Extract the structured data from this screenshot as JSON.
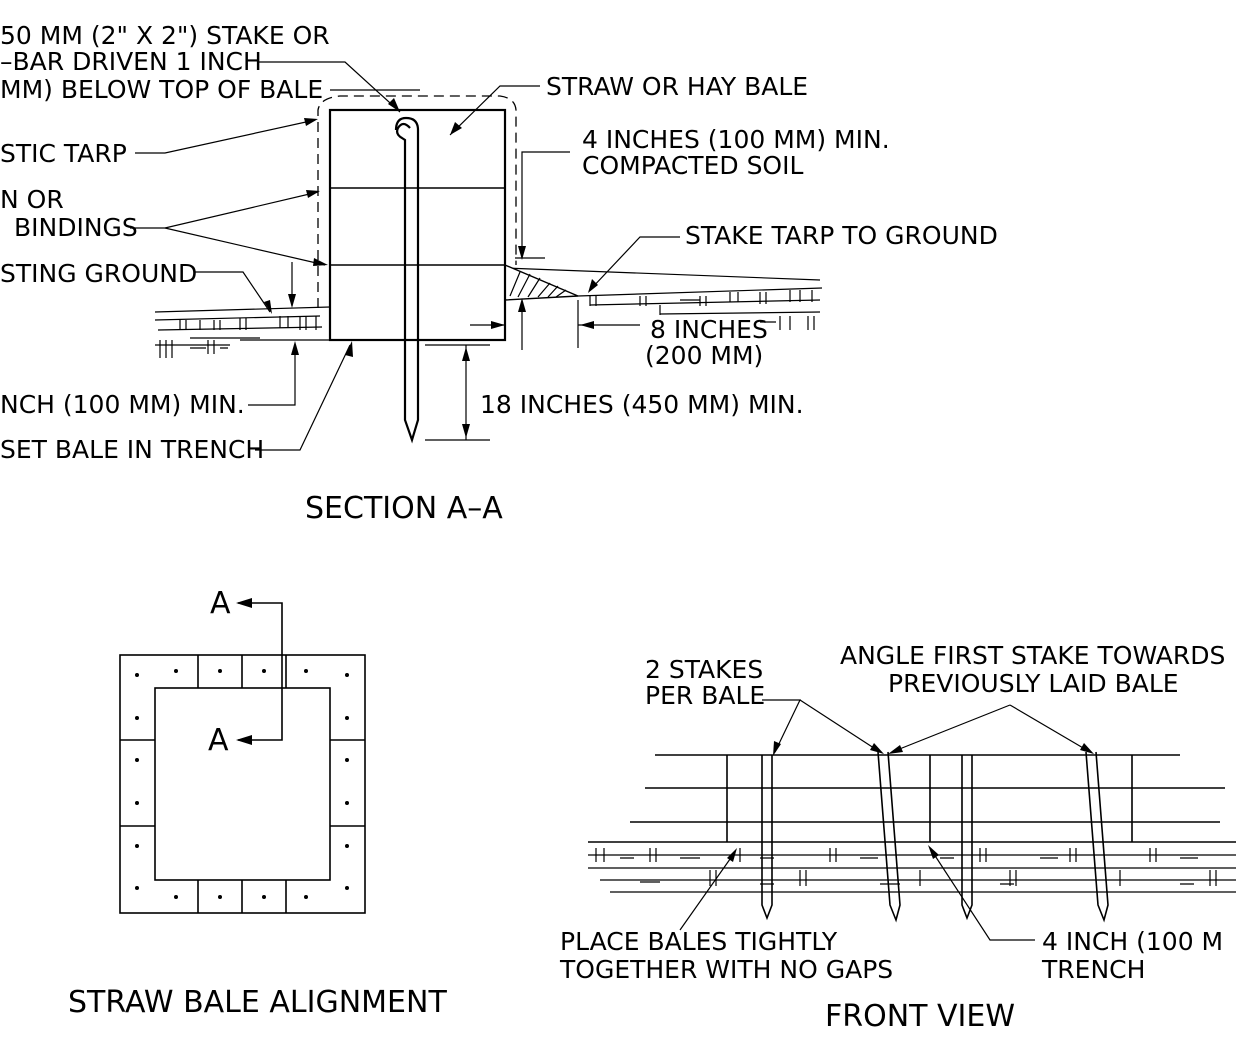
{
  "section": {
    "title": "SECTION A–A",
    "labels": {
      "stake_l1": "50 MM (2\" X 2\") STAKE OR",
      "stake_l2": "–BAR DRIVEN 1 INCH",
      "stake_l3": "MM) BELOW TOP OF BALE",
      "bale": "STRAW OR HAY BALE",
      "tarp": "STIC TARP",
      "compact_l1": "4 INCHES (100 MM) MIN.",
      "compact_l2": "COMPACTED SOIL",
      "bind_l1": "N OR",
      "bind_l2": "BINDINGS",
      "stake_tarp": "STAKE TARP TO GROUND",
      "ground": "STING GROUND",
      "eight_l1": "8 INCHES",
      "eight_l2": "(200 MM)",
      "inch_min": "NCH (100 MM) MIN.",
      "eighteen": "18 INCHES (450 MM) MIN.",
      "trench": "SET BALE IN TRENCH"
    }
  },
  "alignment": {
    "title": "STRAW BALE ALIGNMENT",
    "marker_top": "A",
    "marker_inner": "A"
  },
  "front": {
    "title": "FRONT VIEW",
    "labels": {
      "stakes_l1": "2  STAKES",
      "stakes_l2": "PER BALE",
      "angle_l1": "ANGLE FIRST STAKE TOWARDS",
      "angle_l2": "PREVIOUSLY LAID BALE",
      "place_l1": "PLACE BALES TIGHTLY",
      "place_l2": "TOGETHER WITH NO GAPS",
      "trench_l1": "4 INCH (100 M",
      "trench_l2": "TRENCH"
    }
  }
}
